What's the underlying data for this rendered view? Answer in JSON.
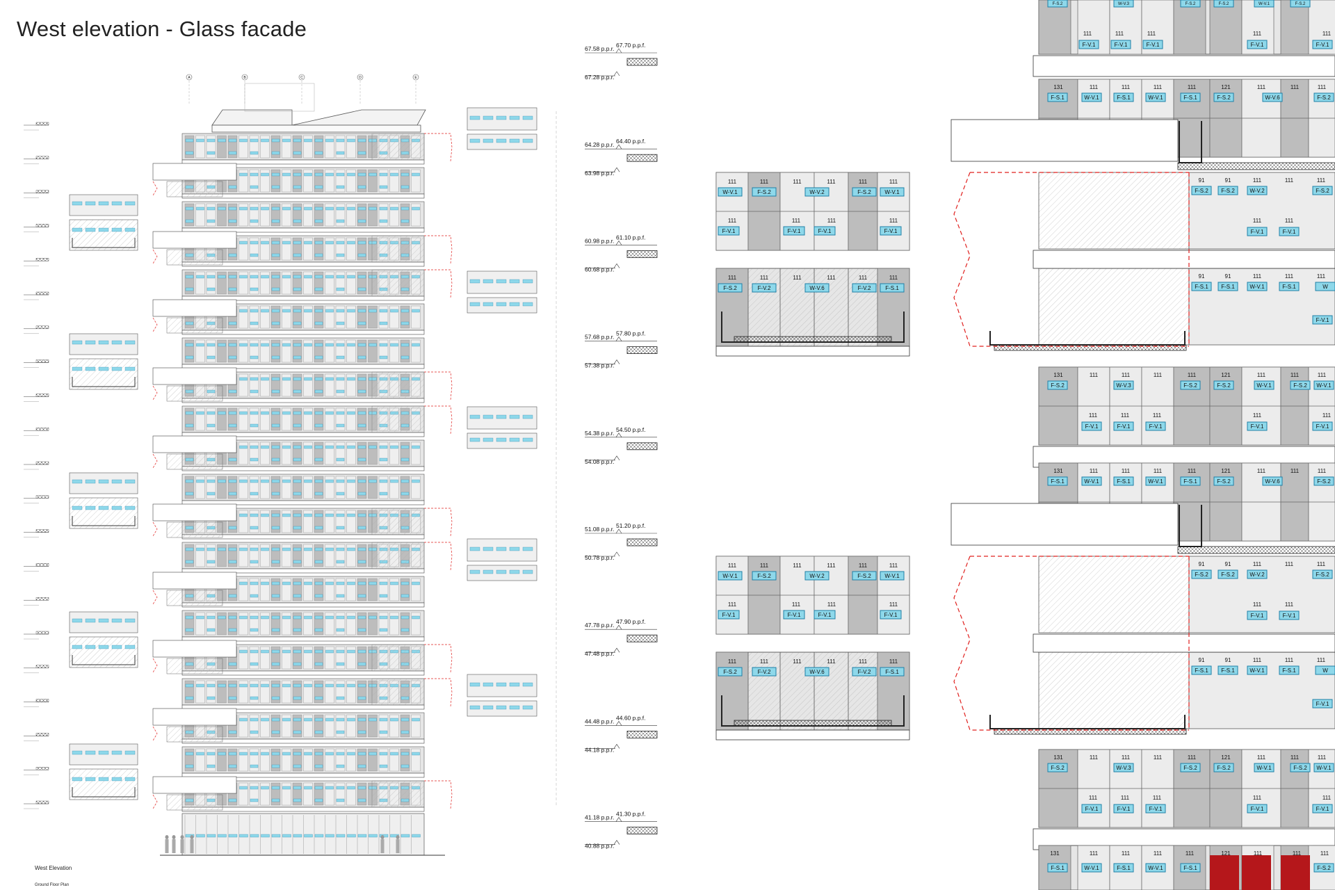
{
  "title": "West elevation - Glass facade",
  "captions": {
    "west_elevation": "West Elevation",
    "ground_floor_plan": "Ground Floor Plan"
  },
  "colors": {
    "panel": "#bdbdbd",
    "panel_dark": "#a8a8a8",
    "glass": "#e6e6e6",
    "tag_fill": "#8ed8ea",
    "tag_border": "#1f7fa6",
    "red_dash": "#e0201e",
    "accent_red": "#b5171b"
  },
  "levels": [
    {
      "top": "67.70 p.p.f.",
      "left": "67.58 p.p.r.",
      "bottom": "67.28 p.p.r."
    },
    {
      "top": "64.40 p.p.f.",
      "left": "64.28 p.p.r.",
      "bottom": "63.98 p.p.r."
    },
    {
      "top": "61.10 p.p.f.",
      "left": "60.98 p.p.r.",
      "bottom": "60.68 p.p.r."
    },
    {
      "top": "57.80 p.p.f.",
      "left": "57.68 p.p.r.",
      "bottom": "57.38 p.p.r."
    },
    {
      "top": "54.50 p.p.f.",
      "left": "54.38 p.p.r.",
      "bottom": "54.08 p.p.r."
    },
    {
      "top": "51.20 p.p.f.",
      "left": "51.08 p.p.r.",
      "bottom": "50.78 p.p.r."
    },
    {
      "top": "47.90 p.p.f.",
      "left": "47.78 p.p.r.",
      "bottom": "47.48 p.p.r."
    },
    {
      "top": "44.60 p.p.f.",
      "left": "44.48 p.p.r.",
      "bottom": "44.18 p.p.r."
    },
    {
      "top": "41.30 p.p.f.",
      "left": "41.18 p.p.r.",
      "bottom": "40.88 p.p.r."
    }
  ],
  "grid_axes": [
    "A",
    "B",
    "C",
    "D",
    "E"
  ],
  "mid_balcony_a": {
    "row1_nums": [
      "111",
      "111",
      "111",
      "111",
      "111",
      "111"
    ],
    "row1_tags": [
      "W-V.1",
      "F-S.2",
      "W-V.2",
      "F-S.2",
      "W-V.1"
    ],
    "row2_nums": [
      "111",
      "111",
      "111",
      "111"
    ],
    "row2_tags": [
      "F-V.1",
      "F-V.1",
      "F-V.1",
      "F-V.1"
    ]
  },
  "mid_balcony_b": {
    "nums": [
      "111",
      "111",
      "111",
      "111",
      "111",
      "111"
    ],
    "tags": [
      "F-S.2",
      "F-V.2",
      "W-V.6",
      "F-V.2",
      "F-S.1"
    ]
  },
  "right_detail": {
    "rowA_nums": [
      "131",
      "111",
      "111",
      "111",
      "111",
      "121",
      "111",
      "111",
      "111"
    ],
    "rowA_tags": [
      "F-S.1",
      "W-V.1",
      "F-S.1",
      "W-V.1",
      "F-S.1",
      "F-S.2",
      "W-V.6",
      "F-S.2"
    ],
    "rowB_nums": [
      "131",
      "111",
      "111",
      "111",
      "111",
      "121",
      "111",
      "111",
      "111"
    ],
    "rowB_tags": [
      "F-S.2",
      "W-V.3",
      "F-S.2",
      "F-S.2",
      "W-V.1",
      "F-S.2",
      "W-V.1"
    ],
    "rowB2_nums": [
      "111",
      "111",
      "111",
      "111",
      "111"
    ],
    "rowB2_tags": [
      "F-V.1",
      "F-V.1",
      "F-V.1",
      "F-V.1",
      "F-V.1"
    ],
    "rowC_nums": [
      "91",
      "91",
      "111",
      "111",
      "111"
    ],
    "rowC_tags": [
      "F-S.2",
      "F-S.2",
      "W-V.2",
      "F-S.2"
    ],
    "rowD_nums": [
      "91",
      "91",
      "111",
      "111",
      "111"
    ],
    "rowD_tags": [
      "F-S.1",
      "F-S.1",
      "W-V.1",
      "F-S.1",
      "W"
    ],
    "small_nums": [
      "111",
      "111"
    ],
    "small_tags": [
      "F-V.1",
      "F-V.1"
    ],
    "top_row_tags": [
      "F-S.2",
      "W-V.3",
      "F-S.2",
      "F-S.2",
      "W-V.1",
      "F-S.2"
    ],
    "top_row2_tags": [
      "F-V.1",
      "F-V.1",
      "F-V.1",
      "F-V.1",
      "F-V.1"
    ]
  }
}
